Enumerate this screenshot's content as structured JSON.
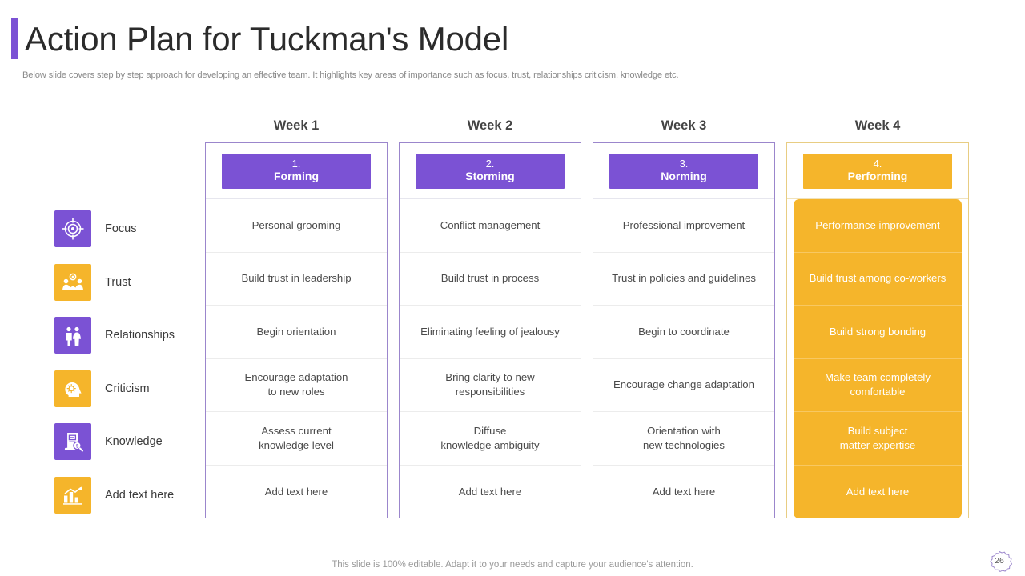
{
  "header": {
    "title": "Action Plan for Tuckman's Model",
    "subtitle": "Below slide covers step by step approach for developing an effective team. It highlights key areas of importance such as focus, trust, relationships criticism, knowledge etc.",
    "accent_color": "#7b52d4"
  },
  "colors": {
    "purple": "#7b52d4",
    "yellow": "#f5b52b",
    "purple_border": "#9b86cc",
    "yellow_border": "#e8cd83",
    "text": "#4a4a4a"
  },
  "row_labels": [
    {
      "label": "Focus",
      "icon": "target-icon",
      "icon_color": "purple"
    },
    {
      "label": "Trust",
      "icon": "handshake-people-icon",
      "icon_color": "yellow"
    },
    {
      "label": "Relationships",
      "icon": "couple-icon",
      "icon_color": "purple"
    },
    {
      "label": "Criticism",
      "icon": "head-brain-icon",
      "icon_color": "yellow"
    },
    {
      "label": "Knowledge",
      "icon": "book-search-icon",
      "icon_color": "purple"
    },
    {
      "label": "Add text here",
      "icon": "bar-chart-icon",
      "icon_color": "yellow"
    }
  ],
  "columns": [
    {
      "week": "Week 1",
      "stage_number": "1.",
      "stage_name": "Forming",
      "theme": "purple",
      "highlighted": false,
      "cells": [
        "Personal grooming",
        "Build trust in leadership",
        "Begin orientation",
        "Encourage adaptation\nto new roles",
        "Assess current\nknowledge level",
        "Add text here"
      ]
    },
    {
      "week": "Week 2",
      "stage_number": "2.",
      "stage_name": "Storming",
      "theme": "purple",
      "highlighted": false,
      "cells": [
        "Conflict management",
        "Build trust in process",
        "Eliminating feeling of jealousy",
        "Bring clarity to new\nresponsibilities",
        "Diffuse\nknowledge ambiguity",
        "Add text here"
      ]
    },
    {
      "week": "Week 3",
      "stage_number": "3.",
      "stage_name": "Norming",
      "theme": "purple",
      "highlighted": false,
      "cells": [
        "Professional improvement",
        "Trust in policies and guidelines",
        "Begin to coordinate",
        "Encourage change adaptation",
        "Orientation with\nnew technologies",
        "Add text here"
      ]
    },
    {
      "week": "Week 4",
      "stage_number": "4.",
      "stage_name": "Performing",
      "theme": "yellow",
      "highlighted": true,
      "cells": [
        "Performance improvement",
        "Build trust among co-workers",
        "Build strong bonding",
        "Make team completely\ncomfortable",
        "Build subject\nmatter expertise",
        "Add text here"
      ]
    }
  ],
  "footer": {
    "note": "This slide is 100% editable. Adapt it to your needs and capture your audience's attention.",
    "page_number": "26"
  }
}
